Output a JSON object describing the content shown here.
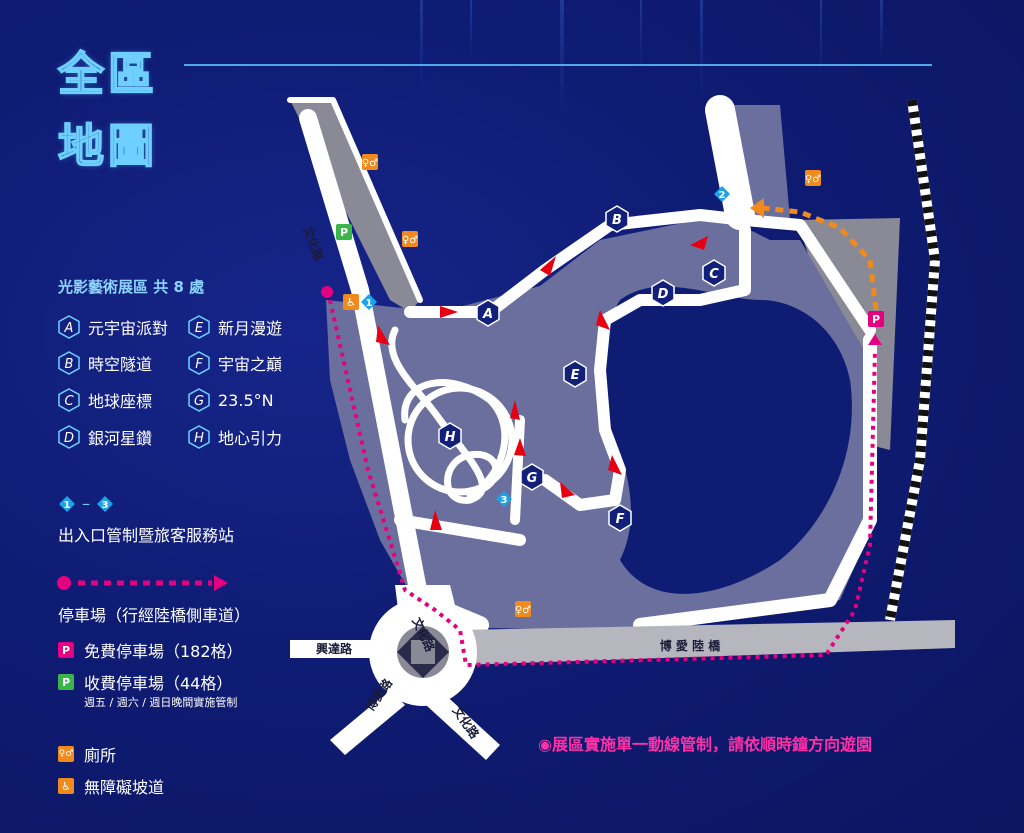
{
  "title": {
    "line1": "全區",
    "line2": "地圖"
  },
  "legend": {
    "zones_heading": "光影藝術展區 共 8 處",
    "zones": [
      {
        "letter": "A",
        "name": "元宇宙派對"
      },
      {
        "letter": "B",
        "name": "時空隧道"
      },
      {
        "letter": "C",
        "name": "地球座標"
      },
      {
        "letter": "D",
        "name": "銀河星鑽"
      },
      {
        "letter": "E",
        "name": "新月漫遊"
      },
      {
        "letter": "F",
        "name": "宇宙之巔"
      },
      {
        "letter": "G",
        "name": "23.5°N"
      },
      {
        "letter": "H",
        "name": "地心引力"
      }
    ],
    "station_range": {
      "from": "1",
      "dash": "–",
      "to": "3"
    },
    "station_label": "出入口管制暨旅客服務站",
    "parking_route_label": "停車場（行經陸橋側車道）",
    "free_parking": {
      "badge": "P",
      "label": "免費停車場（182格）"
    },
    "paid_parking": {
      "badge": "P",
      "label": "收費停車場（44格）"
    },
    "paid_parking_note": "週五 / 週六 / 週日晚間實施管制",
    "toilet": {
      "icon": "toilet-icon",
      "label": "廁所"
    },
    "ramp": {
      "icon": "wheelchair-icon",
      "label": "無障礙坡道"
    }
  },
  "map": {
    "roads": {
      "wenhua_top": "文化路",
      "wenhua_center": "文化路",
      "wenhua_bottom": "文化路",
      "xingda": "興達路",
      "boai_road": "博愛路",
      "bridge": "博 愛 陸 橋"
    },
    "markers": {
      "zones": [
        "A",
        "B",
        "C",
        "D",
        "E",
        "F",
        "G",
        "H"
      ],
      "stations": [
        "1",
        "2",
        "3"
      ],
      "parking": "P"
    }
  },
  "footnote": "◉展區實施單一動線管制，請依順時鐘方向遊園",
  "colors": {
    "background": "#0f1c74",
    "park": "#6a6f9e",
    "path": "#ffffff",
    "route_magenta": "#e5007f",
    "route_orange": "#f08a1c",
    "arrow_red": "#e60012",
    "free_parking": "#e5007f",
    "paid_parking": "#39b54a",
    "toilet": "#f08a1c",
    "station": "#1aa3e8"
  }
}
